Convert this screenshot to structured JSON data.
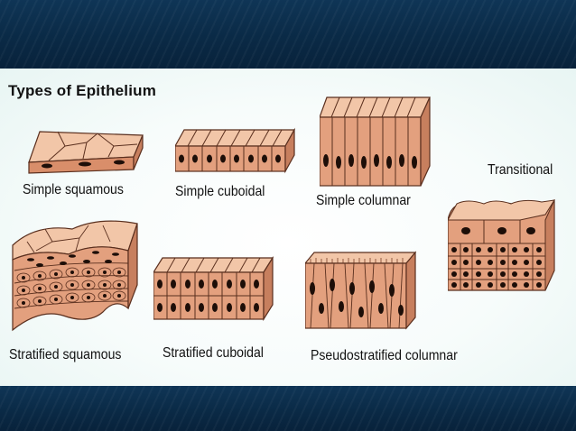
{
  "title": "Types of Epithelium",
  "labels": {
    "simple_squamous": "Simple squamous",
    "simple_cuboidal": "Simple cuboidal",
    "simple_columnar": "Simple columnar",
    "transitional": "Transitional",
    "stratified_squamous": "Stratified squamous",
    "stratified_cuboidal": "Stratified cuboidal",
    "pseudostratified_columnar": "Pseudostratified columnar"
  },
  "colors": {
    "cell_fill": "#e3a07e",
    "cell_top": "#f2c6a8",
    "cell_side": "#c77f5e",
    "outline": "#5a2f1e",
    "nucleus": "#1d0e08",
    "band": "#0b2b48"
  }
}
